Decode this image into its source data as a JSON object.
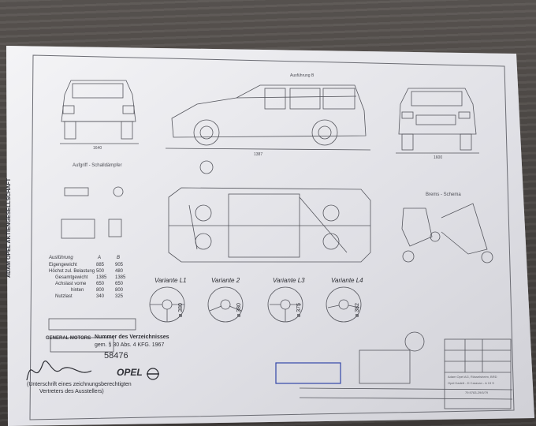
{
  "company_vertical": "ADAM OPEL AKTIENGESELLSCHAFT",
  "section_aufgriff": "Aufgriff - Schalldämpfer",
  "section_bremsschema": "Brems - Schema",
  "top_note": "Ausführung B",
  "dimensions": [
    "1640",
    "1387",
    "1600"
  ],
  "spec_table": {
    "headers": [
      "Ausführung",
      "A",
      "B"
    ],
    "rows": [
      {
        "label": "Eigengewicht",
        "a": "885",
        "b": "905"
      },
      {
        "label": "Höchst zul. Belastung",
        "a": "500",
        "b": "480"
      },
      {
        "label": "Gesamtgewicht",
        "a": "1385",
        "b": "1385"
      },
      {
        "label": "Achslast vorne",
        "a": "650",
        "b": "650"
      },
      {
        "label": "hinten",
        "a": "800",
        "b": "800"
      },
      {
        "label": "Nutzlast",
        "a": "340",
        "b": "325"
      }
    ]
  },
  "variants": [
    {
      "label": "Variante L1",
      "diameter": "ø 380"
    },
    {
      "label": "Variante 2",
      "diameter": "ø 380"
    },
    {
      "label": "Variante L3",
      "diameter": "ø 375"
    },
    {
      "label": "Variante L4",
      "diameter": "ø 382"
    }
  ],
  "general_motors": "GENERAL MOTORS",
  "nummer_title": "Nummer des Verzeichnisses",
  "nummer_sub": "gem. § 30 Abs. 4 KFG. 1967",
  "number": "58476",
  "signature_caption_1": "(Unterschrift eines zeichnungsberechtigten",
  "signature_caption_2": "Vertreters des Ausstellers)",
  "brand": "OPEL",
  "title_block": {
    "line1": "Adam Opel AG, Rüsselsheim, BRD",
    "line2": "Opel Kadett - D Caravan - A 13 S",
    "line3": "79.9783-29/5/79"
  },
  "colors": {
    "paper": "#e9e9ee",
    "ink": "#3a3b42",
    "stamp": "#3346a8"
  }
}
